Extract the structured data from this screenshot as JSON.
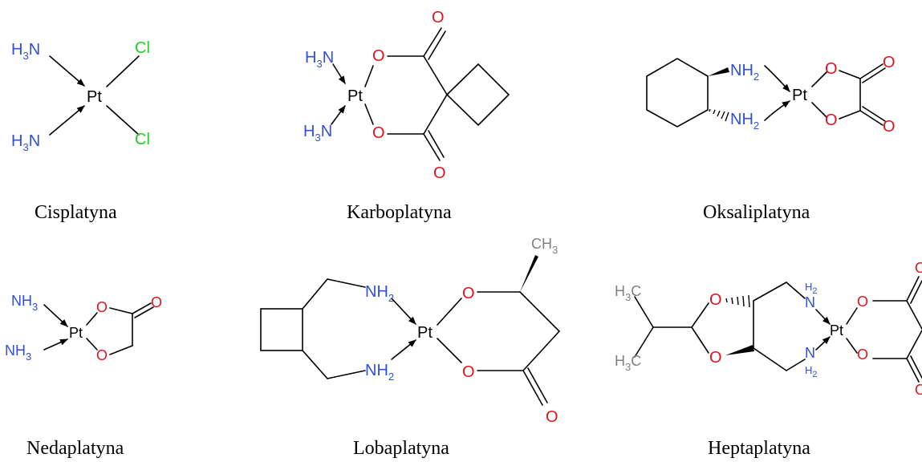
{
  "colors": {
    "nitrogen": "#2f4fe0",
    "oxygen": "#e0141e",
    "chlorine": "#22d022",
    "carbon": "#000000",
    "platinum": "#000000",
    "caption": "#000000"
  },
  "atoms": {
    "N": "N",
    "H": "H",
    "sub2": "2",
    "sub3": "3",
    "O": "O",
    "Cl": "Cl",
    "Pt": "Pt",
    "C": "C"
  },
  "compounds": [
    {
      "id": "cisplatin",
      "caption": "Cisplatyna"
    },
    {
      "id": "carboplatin",
      "caption": "Karboplatyna"
    },
    {
      "id": "oxaliplatin",
      "caption": "Oksaliplatyna"
    },
    {
      "id": "nedaplatin",
      "caption": "Nedaplatyna"
    },
    {
      "id": "lobaplatin",
      "caption": "Lobaplatyna"
    },
    {
      "id": "heptaplatin",
      "caption": "Heptaplatyna"
    }
  ]
}
